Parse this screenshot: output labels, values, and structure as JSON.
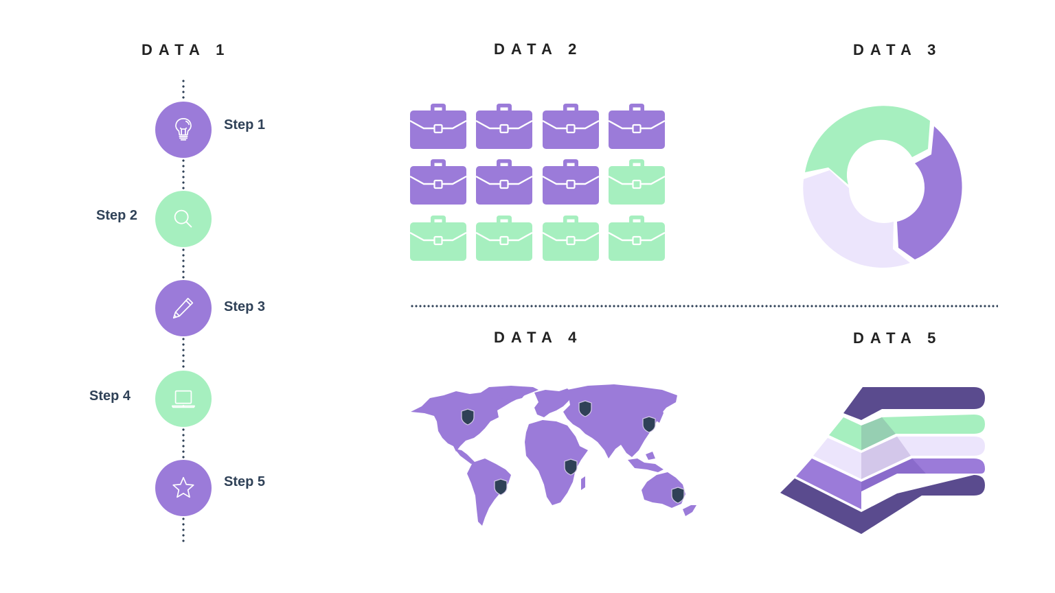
{
  "colors": {
    "purple": "#9b7bd9",
    "green": "#a6efbf",
    "lavender": "#ece5fc",
    "dark_purple": "#5a4b8e",
    "navy": "#2f4157",
    "heading": "#222222"
  },
  "sections": {
    "data1": {
      "title": "DATA 1"
    },
    "data2": {
      "title": "DATA 2"
    },
    "data3": {
      "title": "DATA 3"
    },
    "data4": {
      "title": "DATA 4"
    },
    "data5": {
      "title": "DATA 5"
    }
  },
  "timeline": {
    "steps": [
      {
        "label": "Step 1",
        "icon": "lightbulb-icon",
        "color": "purple",
        "label_side": "right"
      },
      {
        "label": "Step 2",
        "icon": "search-icon",
        "color": "green",
        "label_side": "left"
      },
      {
        "label": "Step 3",
        "icon": "pencil-icon",
        "color": "purple",
        "label_side": "right"
      },
      {
        "label": "Step 4",
        "icon": "laptop-icon",
        "color": "green",
        "label_side": "left"
      },
      {
        "label": "Step 5",
        "icon": "star-icon",
        "color": "purple",
        "label_side": "right"
      }
    ]
  },
  "chart_data": [
    {
      "type": "table",
      "title": "DATA 2",
      "description": "Pictograph of 12 briefcases in a 3x4 grid",
      "icon": "briefcase-icon",
      "series": [
        {
          "name": "purple",
          "values": [
            7
          ]
        },
        {
          "name": "green",
          "values": [
            5
          ]
        }
      ],
      "grid": [
        [
          "purple",
          "purple",
          "purple",
          "purple"
        ],
        [
          "purple",
          "purple",
          "purple",
          "green"
        ],
        [
          "green",
          "green",
          "green",
          "green"
        ]
      ]
    },
    {
      "type": "pie",
      "title": "DATA 3",
      "donut": true,
      "categories": [
        "green",
        "purple",
        "lavender"
      ],
      "values": [
        33.3,
        33.3,
        33.3
      ]
    },
    {
      "type": "other",
      "title": "DATA 4",
      "description": "World map with shield markers",
      "markers": [
        "North America",
        "South America",
        "Europe/Russia",
        "East Asia",
        "Africa",
        "Australia"
      ],
      "marker_icon": "shield-icon"
    },
    {
      "type": "other",
      "title": "DATA 5",
      "description": "Layered pyramid with 5 levels",
      "levels": [
        "dark_purple",
        "green",
        "lavender",
        "purple",
        "dark_purple"
      ]
    }
  ]
}
